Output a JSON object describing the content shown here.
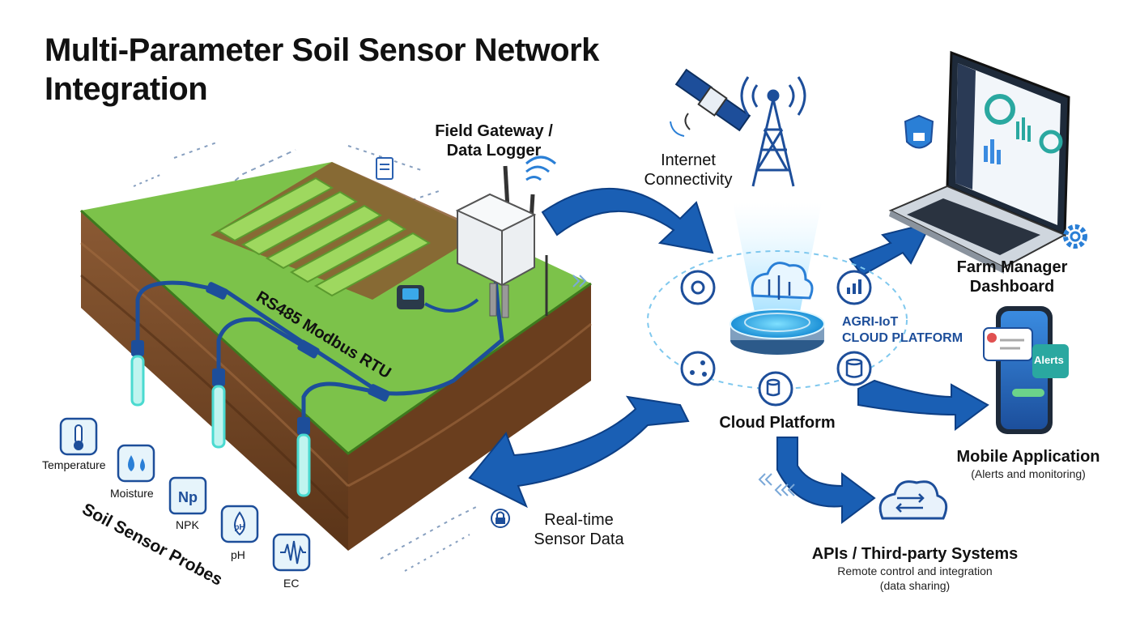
{
  "title": {
    "line1": "Multi-Parameter Soil Sensor Network",
    "line2": "Integration"
  },
  "gateway": {
    "label_line1": "Field Gateway /",
    "label_line2": "Data Logger"
  },
  "bus_label": "RS485 Modbus RTU",
  "internet": {
    "line1": "Internet",
    "line2": "Connectivity"
  },
  "cloud": {
    "platform_line1": "AGRI-IoT",
    "platform_line2": "CLOUD PLATFORM",
    "label": "Cloud Platform"
  },
  "dashboard": {
    "line1": "Farm Manager",
    "line2": "Dashboard"
  },
  "mobile": {
    "title": "Mobile Application",
    "subtitle": "(Alerts and monitoring)",
    "bubble": "Alerts"
  },
  "apis": {
    "title": "APIs / Third-party Systems",
    "sub1": "Remote control and integration",
    "sub2": "(data sharing)"
  },
  "realtime": {
    "line1": "Real-time",
    "line2": "Sensor Data"
  },
  "sensors": {
    "group_label": "Soil Sensor Probes",
    "temperature": "Temperature",
    "moisture": "Moisture",
    "npk": "NPK",
    "npk_icon": "Np",
    "ph": "pH",
    "ph_icon": "pH",
    "ec": "EC"
  },
  "colors": {
    "arrow": "#1a5fb4",
    "accent": "#2a7fd6",
    "grass": "#7cc24a",
    "soil": "#7a4a2a"
  }
}
